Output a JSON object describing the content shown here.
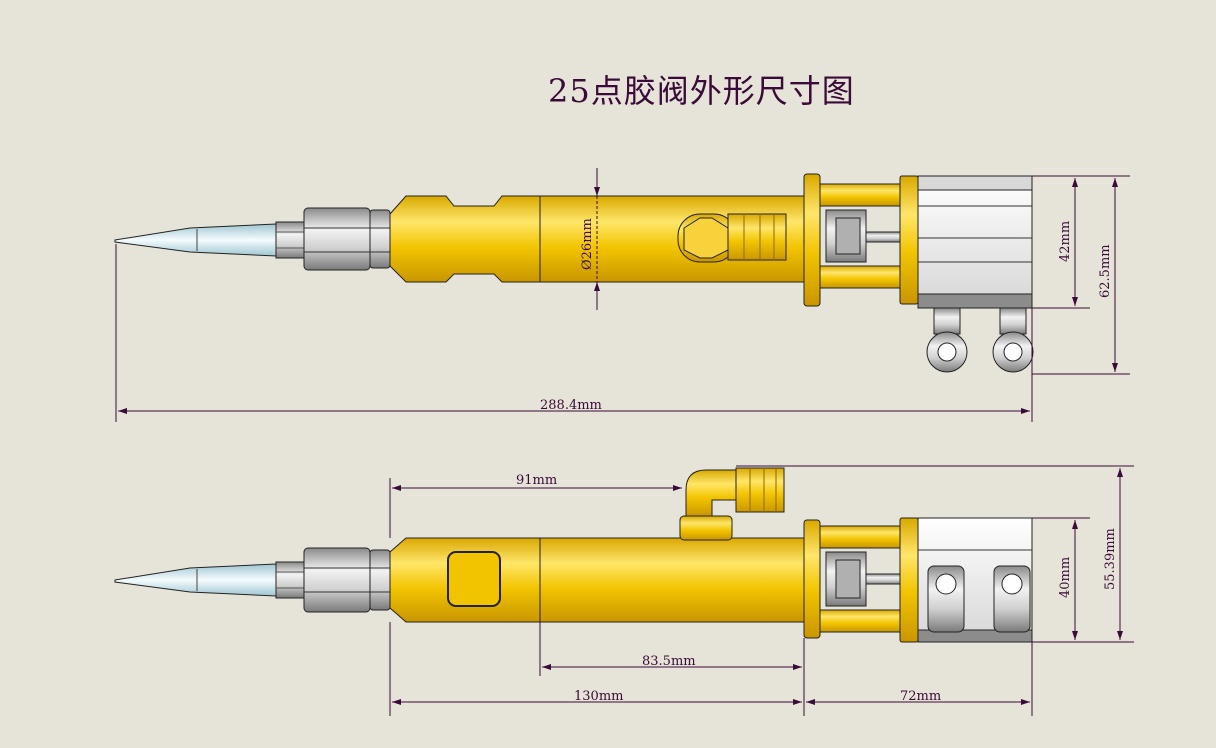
{
  "title": "25点胶阀外形尺寸图",
  "views": {
    "top_view": {
      "dimensions": {
        "diameter": "Ø26mm",
        "height_inner": "42mm",
        "height_outer": "62.5mm",
        "total_length": "288.4mm"
      }
    },
    "bottom_view": {
      "dimensions": {
        "inlet_offset": "91mm",
        "height_right": "40mm",
        "height_total": "55.39mm",
        "body_length": "83.5mm",
        "main_length": "130mm",
        "head_length": "72mm"
      }
    }
  },
  "colors": {
    "background": "#e6e4d9",
    "dimension_line": "#3a0a38",
    "body_yellow": "#f2c400",
    "body_highlight": "#ffe66a",
    "metal_grey": "#c8c8c8",
    "nozzle_blue": "#d5ecf3"
  }
}
